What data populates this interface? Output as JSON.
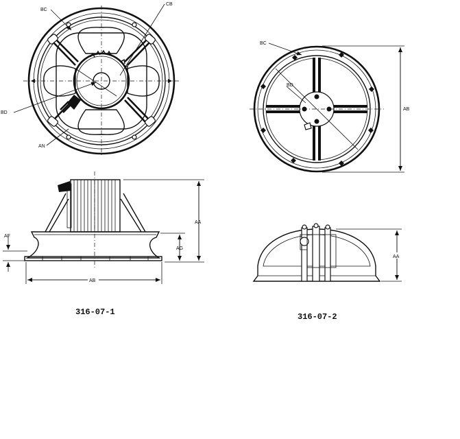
{
  "figure_1": {
    "caption": "316-07-1",
    "top_view_labels": {
      "bc": "BC",
      "cb": "CB",
      "bd": "BD",
      "an": "AN"
    },
    "side_view_labels": {
      "aa": "AA",
      "af": "AF",
      "ag": "AG",
      "ab": "AB"
    }
  },
  "figure_2": {
    "caption": "316-07-2",
    "top_view_labels": {
      "bc": "BC",
      "bd": "BD",
      "ab": "AB"
    },
    "side_view_labels": {
      "aa": "AA"
    }
  }
}
